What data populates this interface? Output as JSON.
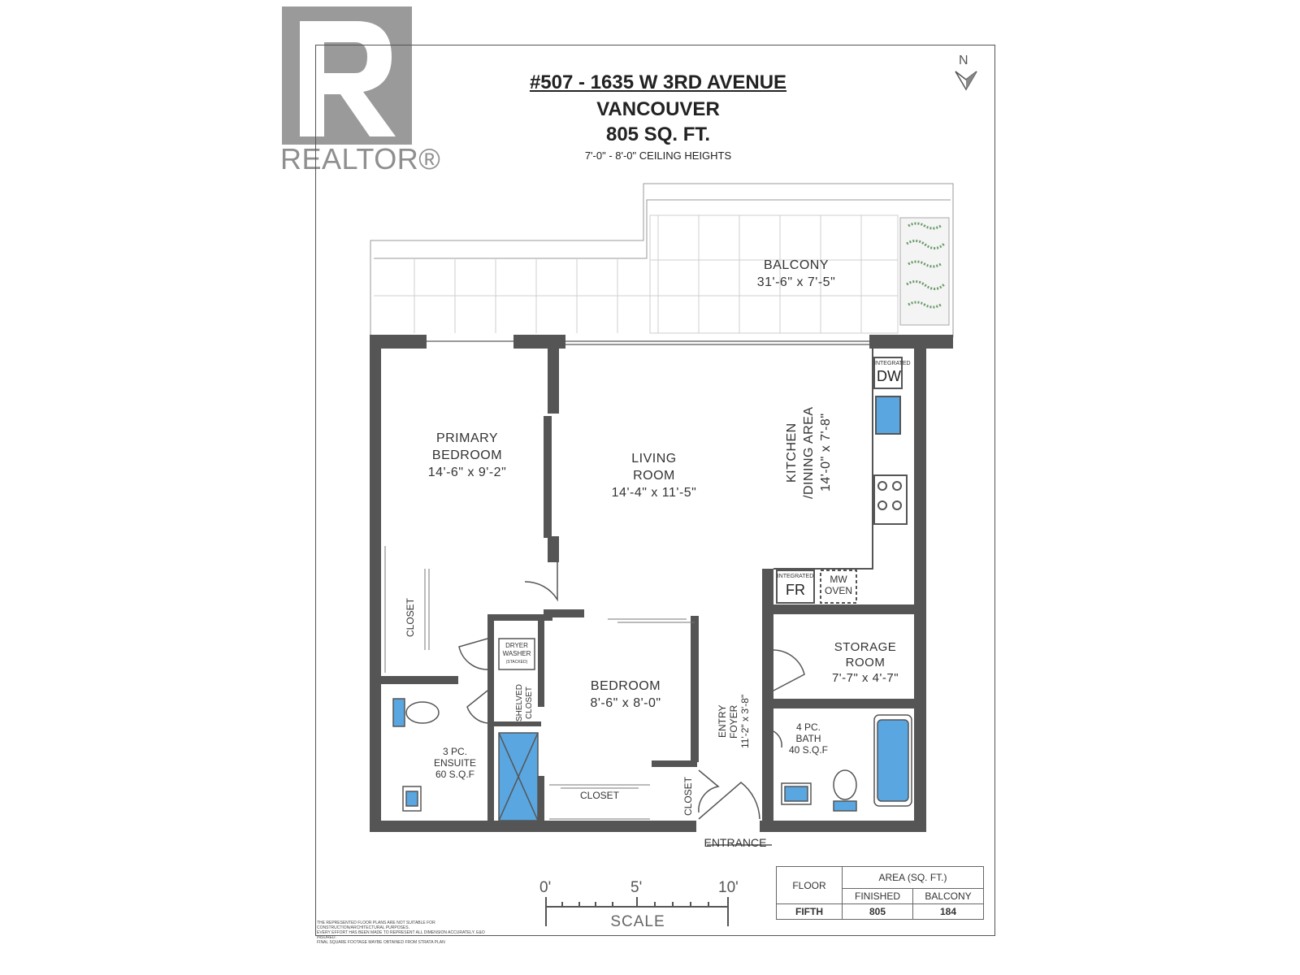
{
  "logo": {
    "text": "REALTOR®"
  },
  "header": {
    "address": "#507 - 1635 W 3RD AVENUE",
    "city": "VANCOUVER",
    "area": "805 SQ. FT.",
    "ceiling": "7'-0\" - 8'-0\" CEILING HEIGHTS"
  },
  "compass": {
    "label": "N"
  },
  "rooms": {
    "balcony": {
      "name": "BALCONY",
      "dims": "31'-6\" x 7'-5\""
    },
    "primary_bedroom": {
      "name1": "PRIMARY",
      "name2": "BEDROOM",
      "dims": "14'-6\" x 9'-2\""
    },
    "living_room": {
      "name1": "LIVING",
      "name2": "ROOM",
      "dims": "14'-4\" x 11'-5\""
    },
    "kitchen": {
      "name1": "KITCHEN",
      "name2": "/DINING AREA",
      "dims": "14'-0\" x 7'-8\""
    },
    "bedroom": {
      "name": "BEDROOM",
      "dims": "8'-6\" x 8'-0\""
    },
    "storage": {
      "name1": "STORAGE",
      "name2": "ROOM",
      "dims": "7'-7\" x 4'-7\""
    },
    "bath": {
      "name1": "4 PC.",
      "name2": "BATH",
      "dims": "40 S.Q.F"
    },
    "ensuite": {
      "name1": "3 PC.",
      "name2": "ENSUITE",
      "dims": "60 S.Q.F"
    },
    "entry": {
      "name1": "ENTRY",
      "name2": "FOYER",
      "dims": "11'-2\" x 3'-8\""
    }
  },
  "fixtures": {
    "dw_caption": "INTEGRATED",
    "dw": "DW",
    "fr_caption": "INTEGRATED",
    "fr": "FR",
    "mw1": "MW",
    "mw2": "OVEN",
    "dryer": "DRYER",
    "washer": "WASHER",
    "stacked": "(STACKED)",
    "closet_primary": "CLOSET",
    "shelved1": "SHELVED",
    "shelved2": "CLOSET",
    "closet_bedroom": "CLOSET",
    "closet_entry": "CLOSET",
    "entrance": "ENTRANCE"
  },
  "scale": {
    "ticks": [
      "0'",
      "5'",
      "10'"
    ],
    "label": "SCALE"
  },
  "area_table": {
    "floor_header": "FLOOR",
    "area_header": "AREA (SQ. FT.)",
    "finished_header": "FINISHED",
    "balcony_header": "BALCONY",
    "floor": "FIFTH",
    "finished": "805",
    "balcony": "184"
  },
  "disclaimer": {
    "line1": "THE REPRESENTED FLOOR PLANS ARE NOT SUITABLE FOR CONSTRUCTION/ARCHITECTURAL PURPOSES.",
    "line2": "EVERY EFFORT HAS BEEN MADE TO REPRESENT ALL DIMENSION ACCURATELY. E&O INSURED.",
    "line3": "FINAL SQUARE FOOTAGE MAYBE OBTAINED FROM STRATA PLAN"
  },
  "colors": {
    "wall": "#555555",
    "fixture_blue": "#5aa6e0",
    "plant_green": "#6a9a6a"
  }
}
